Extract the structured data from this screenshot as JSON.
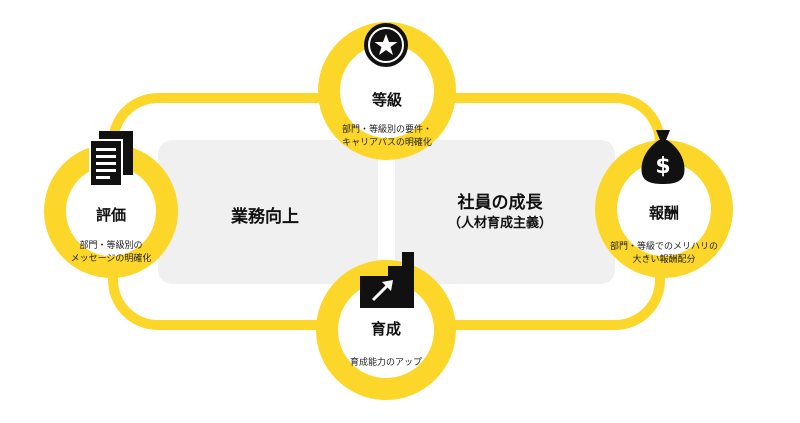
{
  "panels": {
    "left_title": "業務向上",
    "right_title": "社員の成長",
    "right_subtitle": "（人材育成主義）"
  },
  "nodes": {
    "top": {
      "title": "等級",
      "desc_line1": "部門・等級別の要件・",
      "desc_line2": "キャリアパスの明確化",
      "icon": "star-badge-icon"
    },
    "left": {
      "title": "評価",
      "desc_line1": "部門・等級別の",
      "desc_line2": "メッセージの明確化",
      "icon": "documents-icon"
    },
    "right": {
      "title": "報酬",
      "desc_line1": "部門・等級でのメリハリの",
      "desc_line2": "大きい報酬配分",
      "icon": "money-bag-icon"
    },
    "bottom": {
      "title": "育成",
      "desc_line1": "育成能力のアップ",
      "icon": "stairs-arrow-icon"
    }
  },
  "colors": {
    "accent": "#fcd72a",
    "panel": "#f0f0f0",
    "icon": "#111111"
  }
}
